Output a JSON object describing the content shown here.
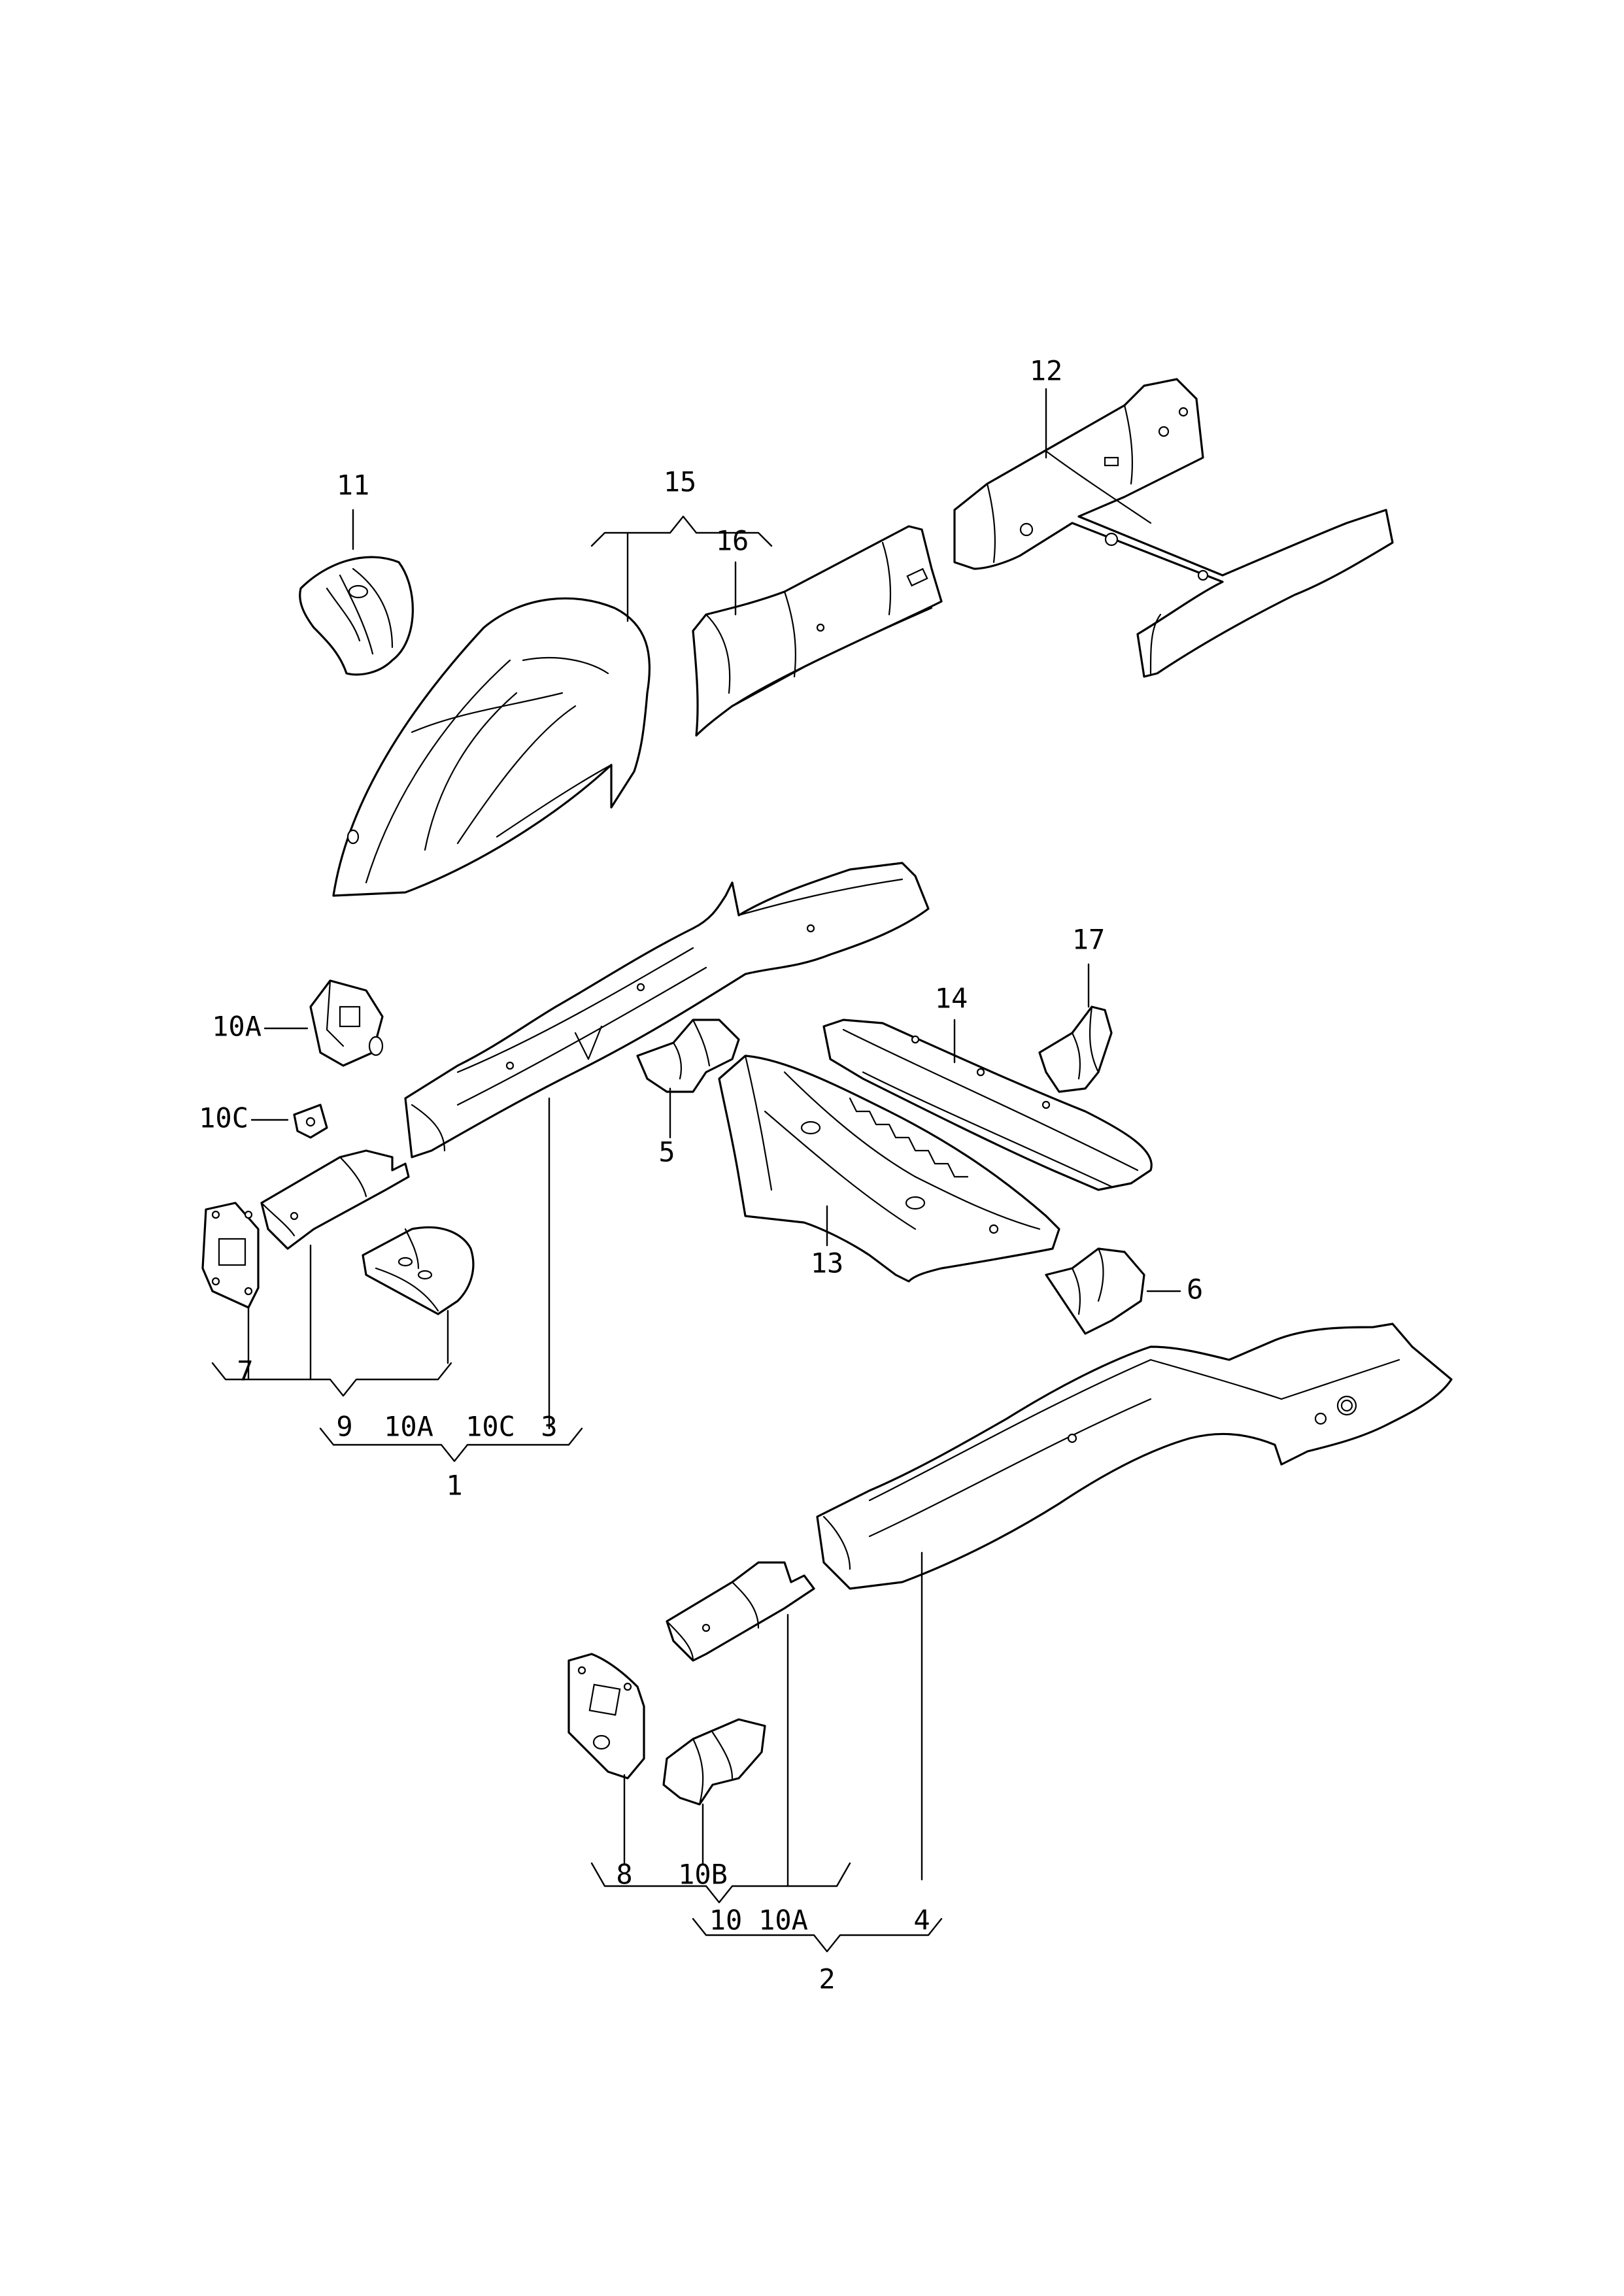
{
  "callouts": {
    "c1": "1",
    "c2": "2",
    "c3": "3",
    "c4": "4",
    "c5": "5",
    "c6": "6",
    "c7": "7",
    "c8": "8",
    "c9": "9",
    "c10": "10",
    "c10A_top": "10A",
    "c10C_top": "10C",
    "c10A_group1": "10A",
    "c10C_group1": "10C",
    "c10A_group2": "10A",
    "c10B": "10B",
    "c11": "11",
    "c12": "12",
    "c13": "13",
    "c14": "14",
    "c15": "15",
    "c16": "16",
    "c17": "17"
  },
  "style": {
    "line_color": "#000000",
    "background": "#ffffff"
  }
}
